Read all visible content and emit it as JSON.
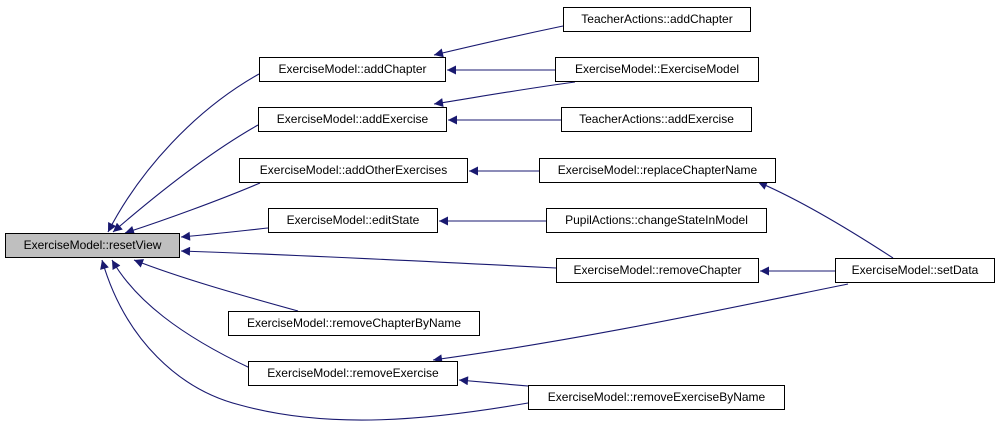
{
  "colors": {
    "edge": "#191970",
    "node_border": "#000000",
    "root_fill": "#bfbfbf",
    "node_fill": "#ffffff"
  },
  "nodes": {
    "resetView": "ExerciseModel::resetView",
    "addChapter": "ExerciseModel::addChapter",
    "addExercise": "ExerciseModel::addExercise",
    "addOtherExercises": "ExerciseModel::addOtherExercises",
    "editState": "ExerciseModel::editState",
    "removeChapterByName": "ExerciseModel::removeChapterByName",
    "removeExercise": "ExerciseModel::removeExercise",
    "teacherAddChapter": "TeacherActions::addChapter",
    "exerciseModelCtor": "ExerciseModel::ExerciseModel",
    "teacherAddExercise": "TeacherActions::addExercise",
    "replaceChapterName": "ExerciseModel::replaceChapterName",
    "changeStateInModel": "PupilActions::changeStateInModel",
    "removeChapter": "ExerciseModel::removeChapter",
    "removeExerciseByName": "ExerciseModel::removeExerciseByName",
    "setData": "ExerciseModel::setData"
  },
  "edges": [
    [
      "addChapter",
      "resetView"
    ],
    [
      "addExercise",
      "resetView"
    ],
    [
      "addOtherExercises",
      "resetView"
    ],
    [
      "editState",
      "resetView"
    ],
    [
      "removeChapter",
      "resetView"
    ],
    [
      "removeChapterByName",
      "resetView"
    ],
    [
      "removeExercise",
      "resetView"
    ],
    [
      "removeExerciseByName",
      "resetView"
    ],
    [
      "teacherAddChapter",
      "addChapter"
    ],
    [
      "exerciseModelCtor",
      "addChapter"
    ],
    [
      "exerciseModelCtor",
      "addExercise"
    ],
    [
      "teacherAddExercise",
      "addExercise"
    ],
    [
      "replaceChapterName",
      "addOtherExercises"
    ],
    [
      "changeStateInModel",
      "editState"
    ],
    [
      "setData",
      "replaceChapterName"
    ],
    [
      "setData",
      "removeChapter"
    ],
    [
      "setData",
      "removeExercise"
    ],
    [
      "removeExerciseByName",
      "removeExercise"
    ]
  ]
}
